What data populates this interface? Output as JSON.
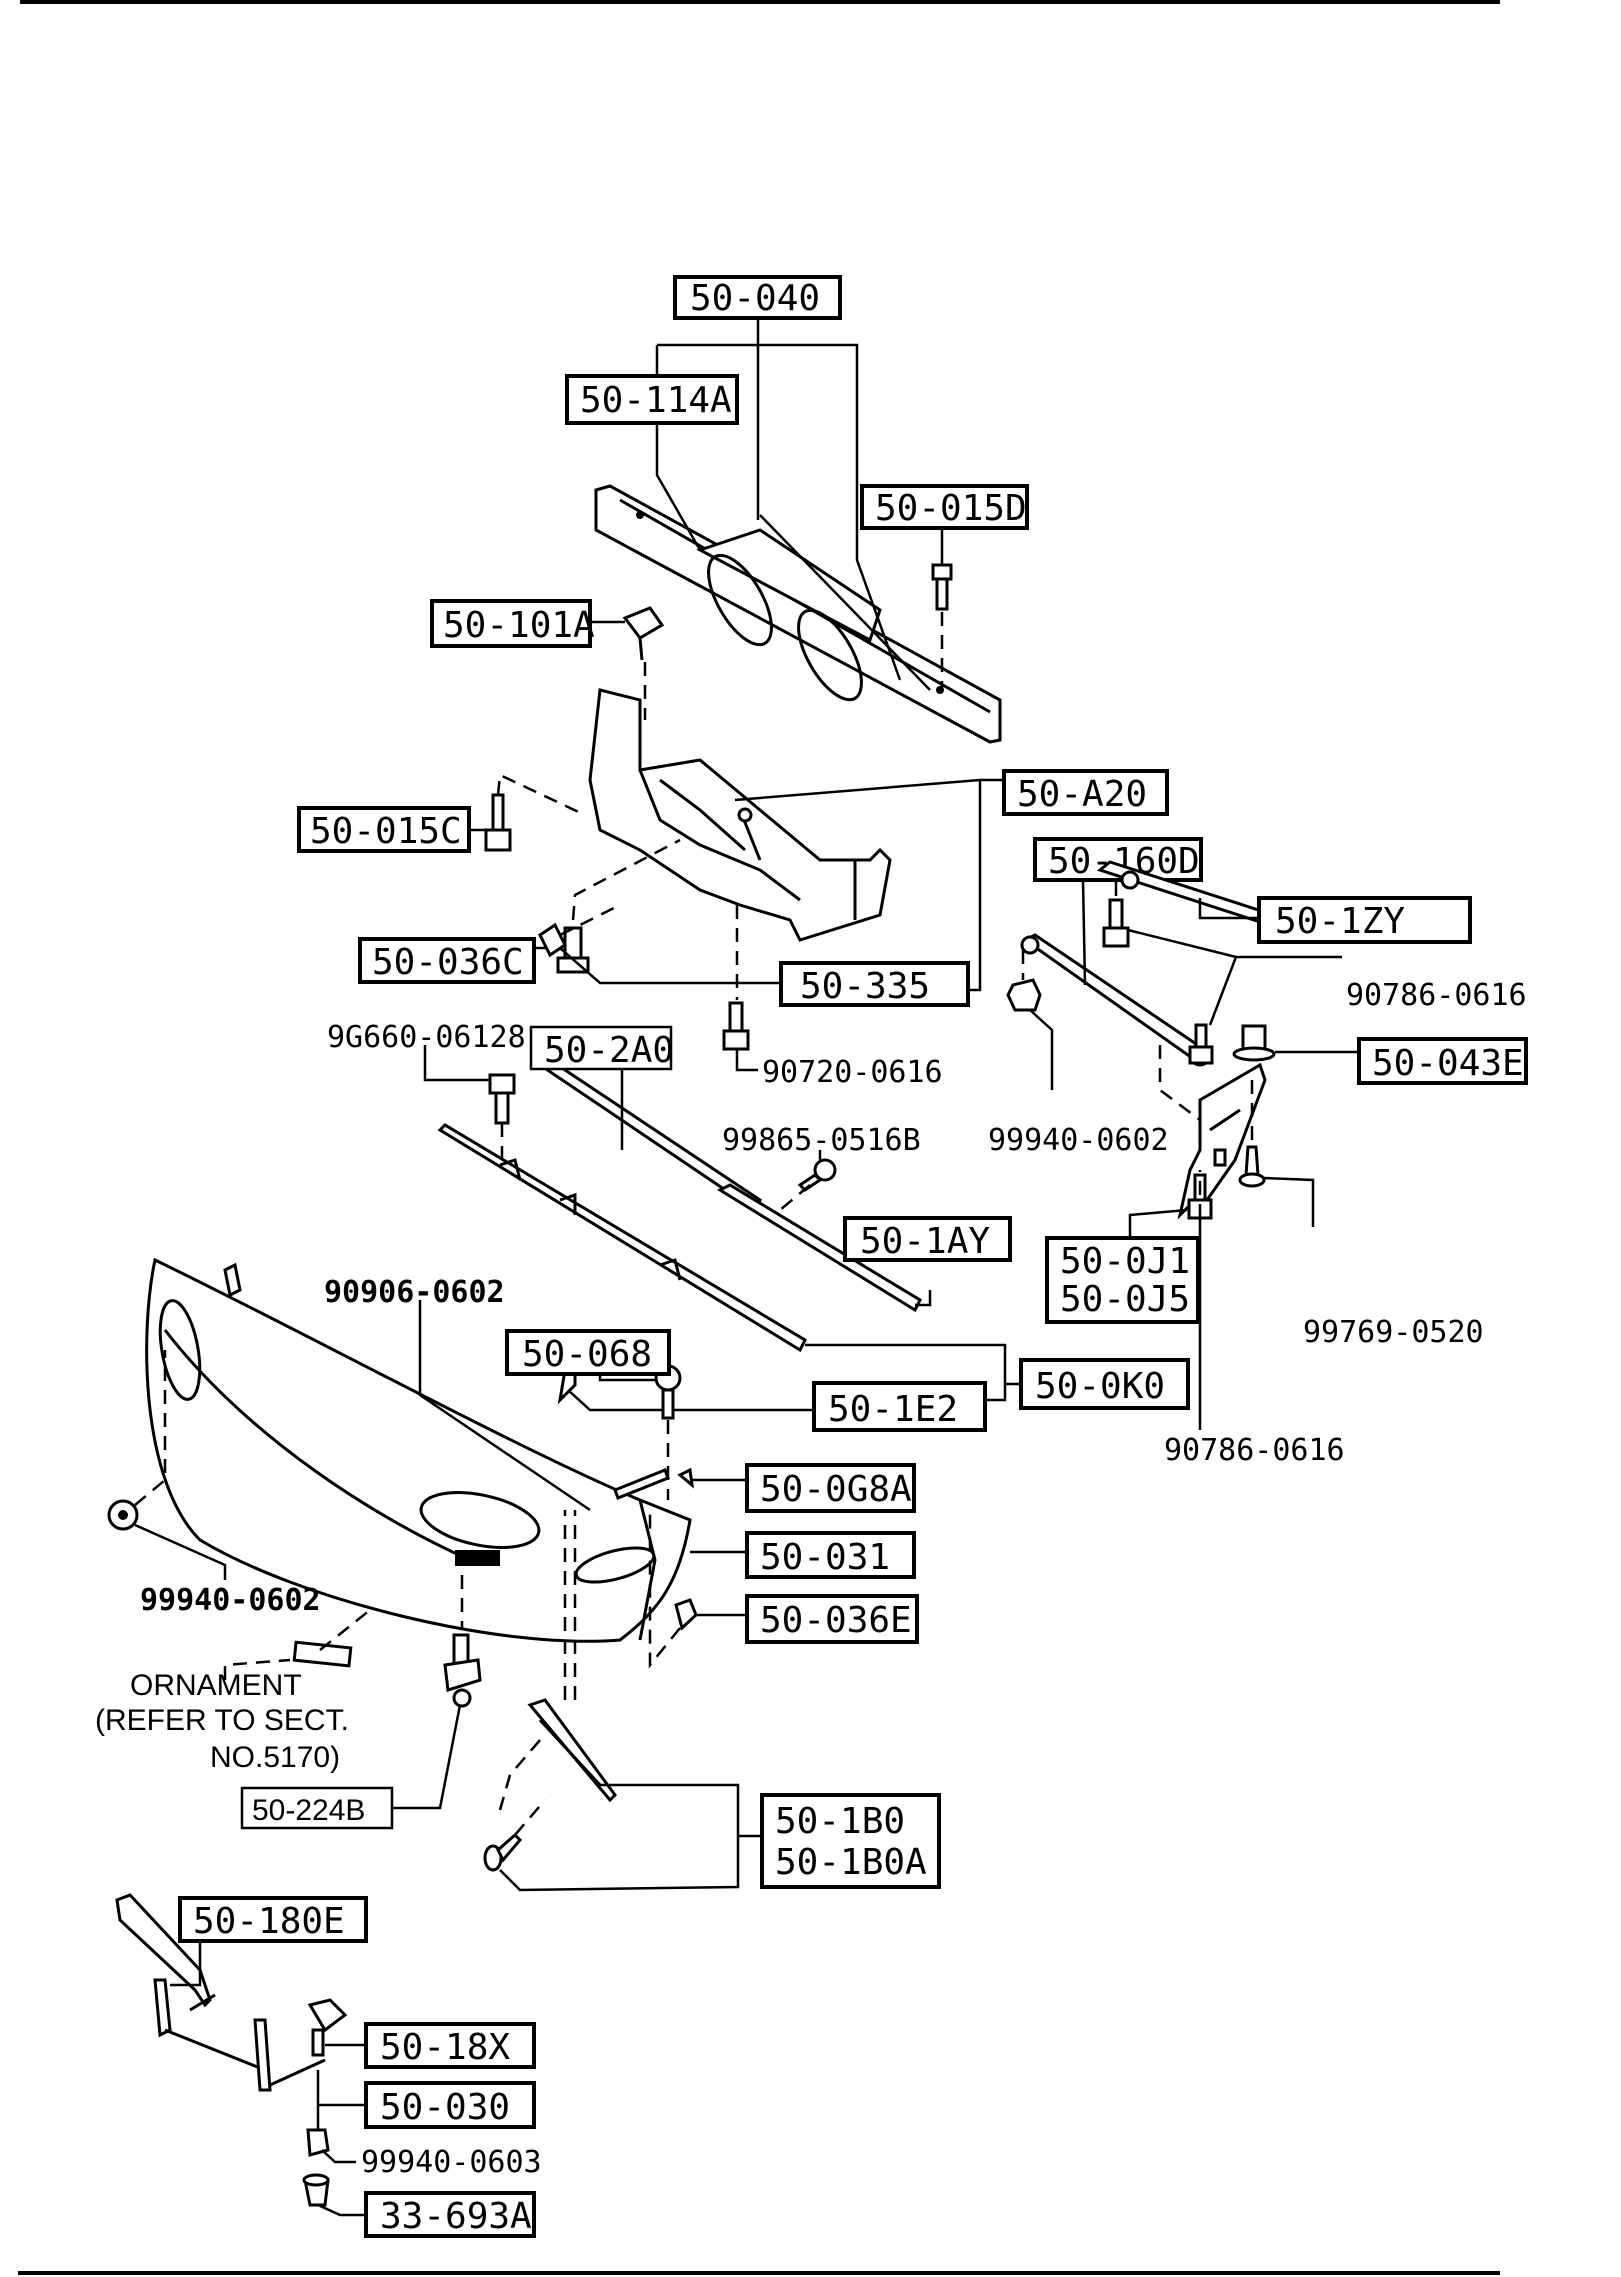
{
  "diagram": {
    "title": "Front bumper exploded parts diagram",
    "boxed_labels": {
      "p50_040": "50-040",
      "p50_114A": "50-114A",
      "p50_015D": "50-015D",
      "p50_101A": "50-101A",
      "p50_A20": "50-A20",
      "p50_015C": "50-015C",
      "p50_160D": "50-160D",
      "p50_1ZY": "50-1ZY",
      "p50_036C": "50-036C",
      "p50_335": "50-335",
      "p50_043E": "50-043E",
      "p50_2A0": "50-2A0",
      "p50_1AY": "50-1AY",
      "p50_0J1": "50-0J1",
      "p50_0J5": "50-0J5",
      "p50_068": "50-068",
      "p50_0K0": "50-0K0",
      "p50_1E2": "50-1E2",
      "p50_0G8A": "50-0G8A",
      "p50_031": "50-031",
      "p50_036E": "50-036E",
      "p50_224B": "50-224B",
      "p50_1B0": "50-1B0",
      "p50_1B0A": "50-1B0A",
      "p50_180E": "50-180E",
      "p50_18X": "50-18X",
      "p50_030": "50-030",
      "p33_693A": "33-693A"
    },
    "plain_labels": {
      "n90786_0616_top": "90786-0616",
      "n9G660_06128": "9G660-06128",
      "n90720_0616": "90720-0616",
      "n99865_0516B": "99865-0516B",
      "n99940_0602_right": "99940-0602",
      "n99769_0520": "99769-0520",
      "n90906_0602": "90906-0602",
      "n90786_0616_bottom": "90786-0616",
      "n99940_0602_left": "99940-0602",
      "n99940_0603": "99940-0603"
    },
    "ornament_note": {
      "line1": "ORNAMENT",
      "line2": "(REFER TO SECT.",
      "line3": "NO.5170)"
    }
  }
}
